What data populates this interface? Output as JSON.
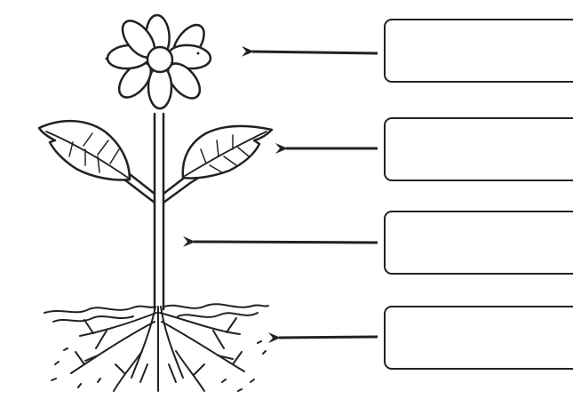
{
  "diagram": {
    "parts": [
      {
        "id": "flower",
        "icon": "flower-icon",
        "label": ""
      },
      {
        "id": "leaf",
        "icon": "leaf-icon",
        "label": ""
      },
      {
        "id": "stem",
        "icon": "stem-icon",
        "label": ""
      },
      {
        "id": "root",
        "icon": "root-icon",
        "label": ""
      }
    ],
    "colors": {
      "ink": "#222222",
      "background": "#ffffff"
    }
  }
}
